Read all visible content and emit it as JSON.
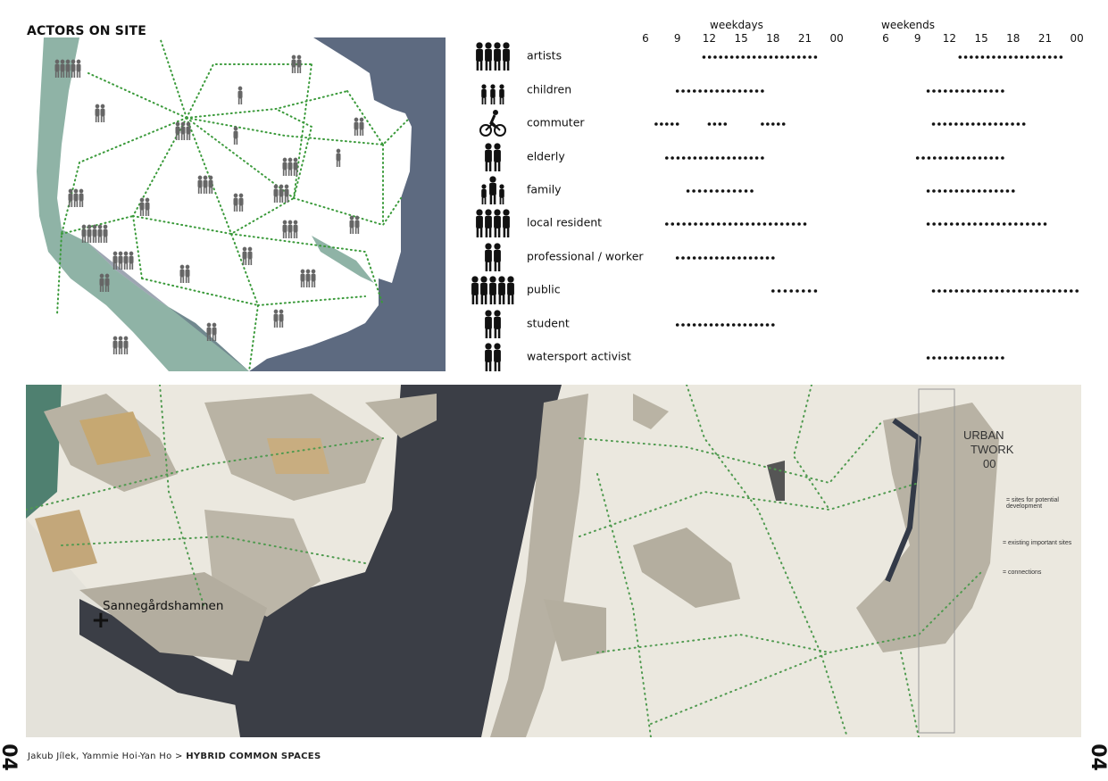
{
  "title": "ACTORS ON SITE",
  "chart_data": {
    "type": "table",
    "groups": [
      {
        "name": "weekdays",
        "ticks": [
          "6",
          "9",
          "12",
          "15",
          "18",
          "21",
          "00"
        ]
      },
      {
        "name": "weekends",
        "ticks": [
          "6",
          "9",
          "12",
          "15",
          "18",
          "21",
          "00"
        ]
      }
    ],
    "rows": [
      {
        "label": "artists",
        "icon": "artists-silhouette-icon",
        "people": 4,
        "weekdays": [
          [
            11.5,
            22
          ]
        ],
        "weekends": [
          [
            13,
            22.5
          ]
        ]
      },
      {
        "label": "children",
        "icon": "children-silhouette-icon",
        "people": 3,
        "weekdays": [
          [
            9,
            17
          ]
        ],
        "weekends": [
          [
            10,
            17
          ]
        ]
      },
      {
        "label": "commuter",
        "icon": "cyclist-icon",
        "people": 1,
        "weekdays": [
          [
            7,
            9
          ],
          [
            12,
            13.5
          ],
          [
            17,
            19
          ]
        ],
        "weekends": [
          [
            10.5,
            19
          ]
        ]
      },
      {
        "label": "elderly",
        "icon": "elderly-silhouette-icon",
        "people": 2,
        "weekdays": [
          [
            8,
            17
          ]
        ],
        "weekends": [
          [
            9,
            17
          ]
        ]
      },
      {
        "label": "family",
        "icon": "family-silhouette-icon",
        "people": 3,
        "weekdays": [
          [
            10,
            16
          ]
        ],
        "weekends": [
          [
            10,
            18
          ]
        ]
      },
      {
        "label": "local resident",
        "icon": "local-resident-silhouette-icon",
        "people": 4,
        "weekdays": [
          [
            8,
            21
          ]
        ],
        "weekends": [
          [
            10,
            21
          ]
        ]
      },
      {
        "label": "professional / worker",
        "icon": "worker-silhouette-icon",
        "people": 2,
        "weekdays": [
          [
            9,
            18
          ]
        ],
        "weekends": []
      },
      {
        "label": "public",
        "icon": "public-crowd-icon",
        "people": 5,
        "weekdays": [
          [
            18,
            22
          ]
        ],
        "weekends": [
          [
            10.5,
            24
          ]
        ]
      },
      {
        "label": "student",
        "icon": "student-silhouette-icon",
        "people": 2,
        "weekdays": [
          [
            9,
            18
          ]
        ],
        "weekends": []
      },
      {
        "label": "watersport activist",
        "icon": "watersport-silhouette-icon",
        "people": 2,
        "weekdays": [],
        "weekends": [
          [
            10,
            17
          ]
        ]
      }
    ]
  },
  "photo": {
    "place_label": "Sannegårdshamnen",
    "legend_title": [
      "URBAN",
      "TWORK",
      "00"
    ],
    "legend_items": [
      "= sites for potential development",
      "= existing important sites",
      "= connections"
    ]
  },
  "footer": {
    "page_number": "04",
    "authors": "Jakub Jílek, Yammie Hoi-Yan Ho >",
    "project": "HYBRID COMMON SPACES"
  },
  "colors": {
    "water_left": "#8fb3a6",
    "water_right": "#5d6a80",
    "path": "#3a9a3a",
    "silhouette": "#777777"
  }
}
